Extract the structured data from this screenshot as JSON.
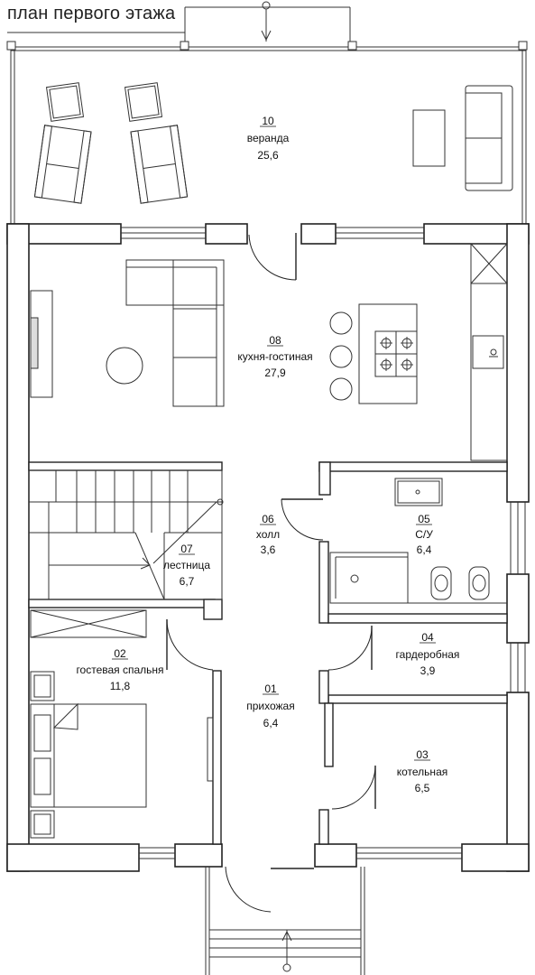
{
  "title": "план первого этажа",
  "rooms": [
    {
      "number": "10",
      "name": "веранда",
      "area": "25,6"
    },
    {
      "number": "08",
      "name": "кухня-гостиная",
      "area": "27,9"
    },
    {
      "number": "06",
      "name": "холл",
      "area": "3,6"
    },
    {
      "number": "05",
      "name": "С/У",
      "area": "6,4"
    },
    {
      "number": "07",
      "name": "лестница",
      "area": "6,7"
    },
    {
      "number": "04",
      "name": "гардеробная",
      "area": "3,9"
    },
    {
      "number": "02",
      "name": "гостевая спальня",
      "area": "11,8"
    },
    {
      "number": "01",
      "name": "прихожая",
      "area": "6,4"
    },
    {
      "number": "03",
      "name": "котельная",
      "area": "6,5"
    }
  ]
}
